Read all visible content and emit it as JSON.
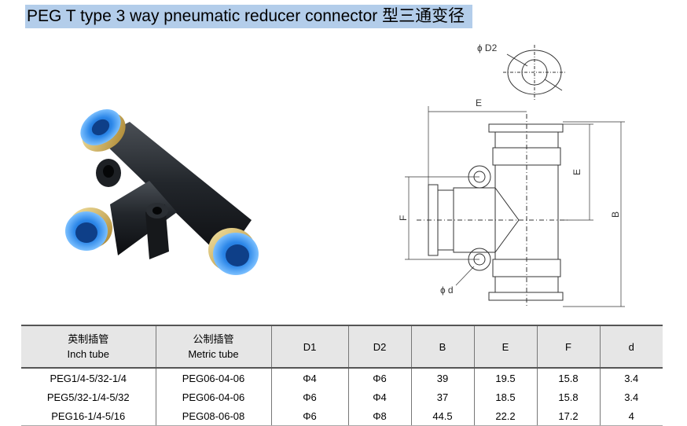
{
  "title": "PEG T type 3 way pneumatic reducer connector 型三通变径",
  "diagram": {
    "labels": {
      "phi_d2": "ɸ D2",
      "e_top": "E",
      "e_side": "E",
      "b": "B",
      "f": "F",
      "phi_d": "ɸ d"
    }
  },
  "table": {
    "headers": [
      {
        "line1": "英制插管",
        "line2": "Inch tube"
      },
      {
        "line1": "公制插管",
        "line2": "Metric tube"
      },
      {
        "line1": "D1",
        "line2": ""
      },
      {
        "line1": "D2",
        "line2": ""
      },
      {
        "line1": "B",
        "line2": ""
      },
      {
        "line1": "E",
        "line2": ""
      },
      {
        "line1": "F",
        "line2": ""
      },
      {
        "line1": "d",
        "line2": ""
      }
    ],
    "rows": [
      [
        "PEG1/4-5/32-1/4",
        "PEG06-04-06",
        "Φ4",
        "Φ6",
        "39",
        "19.5",
        "15.8",
        "3.4"
      ],
      [
        "PEG5/32-1/4-5/32",
        "PEG06-04-06",
        "Φ6",
        "Φ4",
        "37",
        "18.5",
        "15.8",
        "3.4"
      ],
      [
        "PEG16-1/4-5/16",
        "PEG08-06-08",
        "Φ6",
        "Φ8",
        "44.5",
        "22.2",
        "17.2",
        "4"
      ]
    ]
  }
}
